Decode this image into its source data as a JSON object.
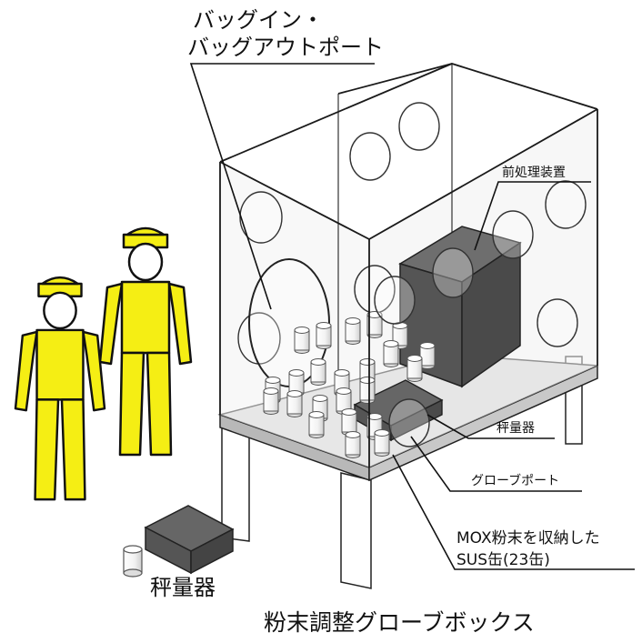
{
  "labels": {
    "port_line1": "バッグイン・",
    "port_line2": "バッグアウトポート",
    "pretreatment": "前処理装置",
    "scale_inner": "秤量器",
    "glove_port": "グローブポート",
    "mox_line1": "MOX粉末を収納した",
    "mox_line2": "SUS缶(23缶)",
    "scale_outer": "秤量器",
    "title": "粉末調整グローブボックス"
  },
  "colors": {
    "worker": "#f5ee14",
    "device": "#595959",
    "floor": "#d7d7d7",
    "line": "#1a1a1a"
  },
  "counts": {
    "sus_cans": 23
  }
}
